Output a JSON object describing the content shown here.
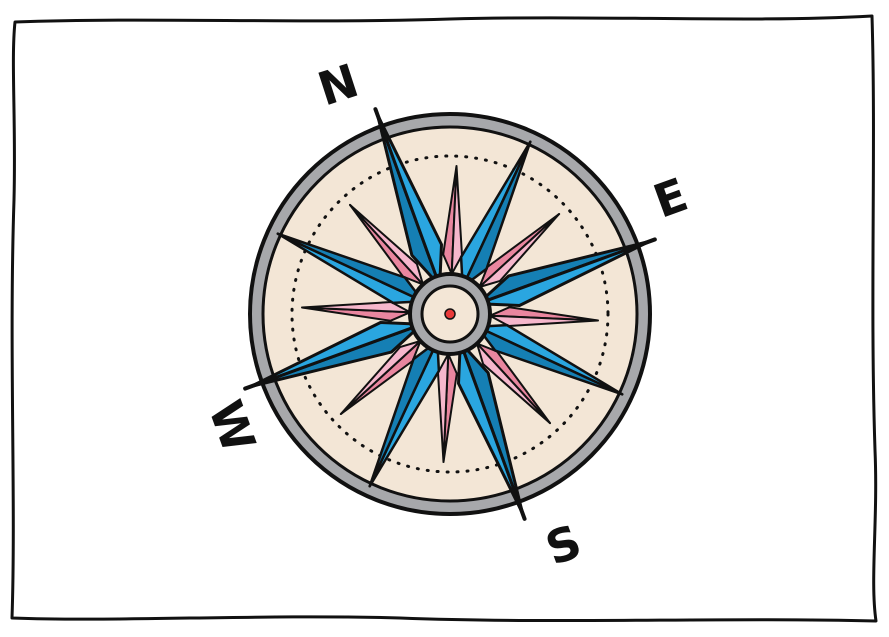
{
  "labels": {
    "north": "N",
    "east": "E",
    "south": "S",
    "west": "W"
  },
  "colors": {
    "outline": "#111111",
    "ring": "#a7a8ab",
    "dial": "#f3e6d6",
    "blue_light": "#2aa6e0",
    "blue_dark": "#157fb4",
    "pink_light": "#f6b7cc",
    "pink_dark": "#e9869f",
    "center_dot": "#e83a3a",
    "paper": "#ffffff"
  },
  "icons": [
    "compass-rose-icon",
    "needle-icon"
  ]
}
